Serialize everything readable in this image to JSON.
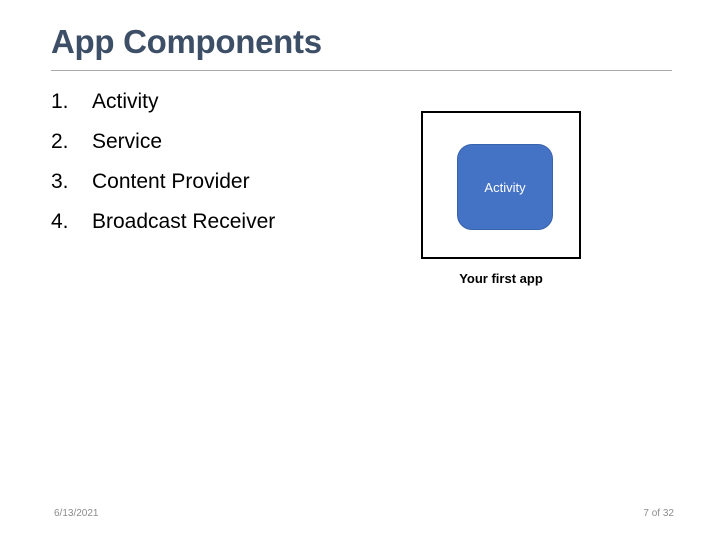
{
  "slide": {
    "title": "App Components",
    "components_list": [
      {
        "number": "1.",
        "label": "Activity"
      },
      {
        "number": "2.",
        "label": "Service"
      },
      {
        "number": "3.",
        "label": "Content Provider"
      },
      {
        "number": "4.",
        "label": "Broadcast Receiver"
      }
    ],
    "diagram": {
      "activity_label": "Activity",
      "caption": "Your first app",
      "activity_fill": "#4472C4",
      "frame_border": "#000000"
    },
    "footer": {
      "date": "6/13/2021",
      "page": "7 of 32"
    },
    "colors": {
      "title": "#3D4F66",
      "rule": "#A9A9A9",
      "body_text": "#000000",
      "footer_text": "#8C8C8C"
    }
  }
}
